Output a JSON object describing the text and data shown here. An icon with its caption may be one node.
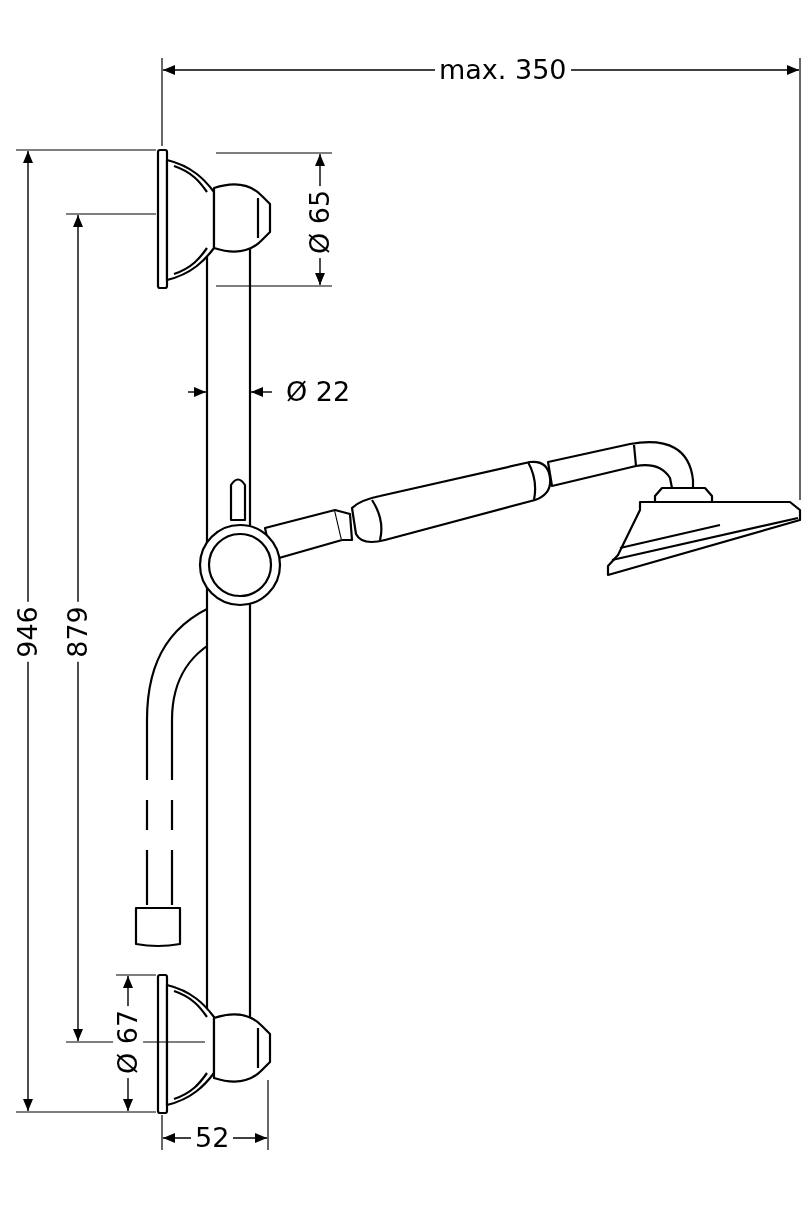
{
  "diagram": {
    "labels": [
      "max. 350",
      "Ø 65",
      "Ø 22",
      "946",
      "879",
      "Ø 67",
      "52"
    ]
  }
}
